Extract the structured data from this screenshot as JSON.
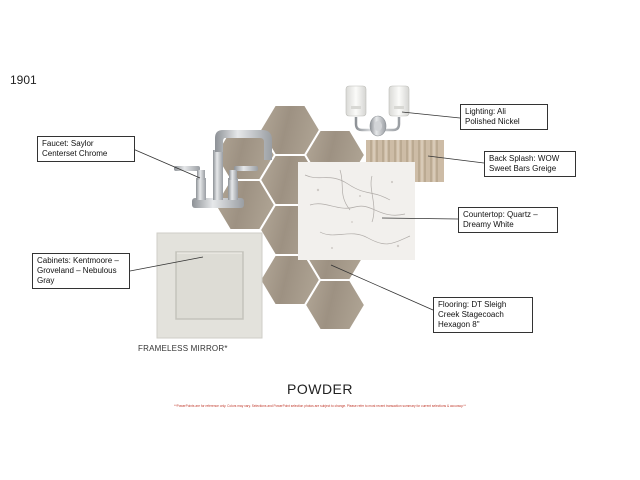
{
  "lot_number": "1901",
  "callouts": {
    "faucet": "Faucet: Saylor\nCenterset Chrome",
    "cabinets": "Cabinets: Kentmoore –\nGroveland – Nebulous\nGray",
    "lighting": "Lighting: Ali\nPolished Nickel",
    "backsplash": "Back Splash: WOW\nSweet Bars Greige",
    "countertop": "Countertop: Quartz –\nDreamy White",
    "flooring": "Flooring: DT Sleigh\nCreek Stagecoach\nHexagon 8\""
  },
  "mirror_label": "FRAMELESS MIRROR*",
  "room_name": "POWDER",
  "disclaimer": "**PowerPoints are for reference only. Colors may vary. Selections and PowerPoint selection photos are subject to change. Please refer to most recent transaction summary for current selections & accuracy.**",
  "colors": {
    "wood_tile": "#a99d8e",
    "wood_tile_dark": "#8f8475",
    "quartz": "#f1efec",
    "cabinet": "#e2e1da",
    "backsplash": "#c9b8a2",
    "chrome": "#b9bcc0",
    "disclaimer_red": "#c0392b"
  }
}
